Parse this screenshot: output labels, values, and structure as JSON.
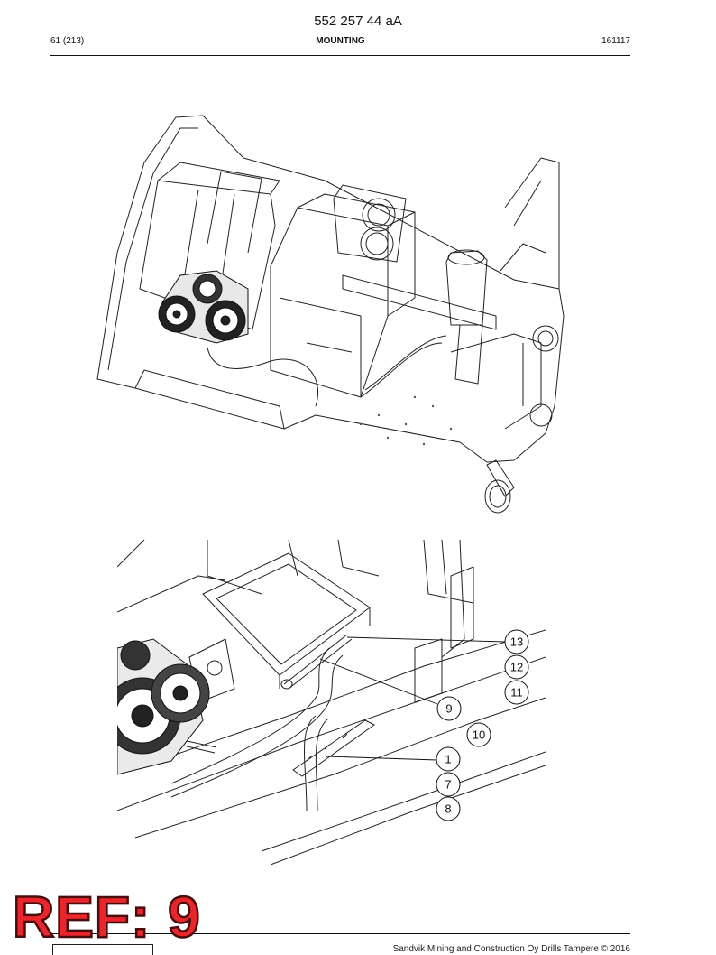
{
  "header": {
    "doc_number": "552 257 44 aA",
    "page_number": "61 (213)",
    "section_title": "MOUNTING",
    "date_code": "161117"
  },
  "callouts": [
    "1",
    "7",
    "8",
    "9",
    "10",
    "11",
    "12",
    "13"
  ],
  "stamp": {
    "text": "REF: 9",
    "color": "#e8262b"
  },
  "footer": {
    "copyright": "Sandvik Mining and Construction Oy Drills Tampere © 2016"
  }
}
